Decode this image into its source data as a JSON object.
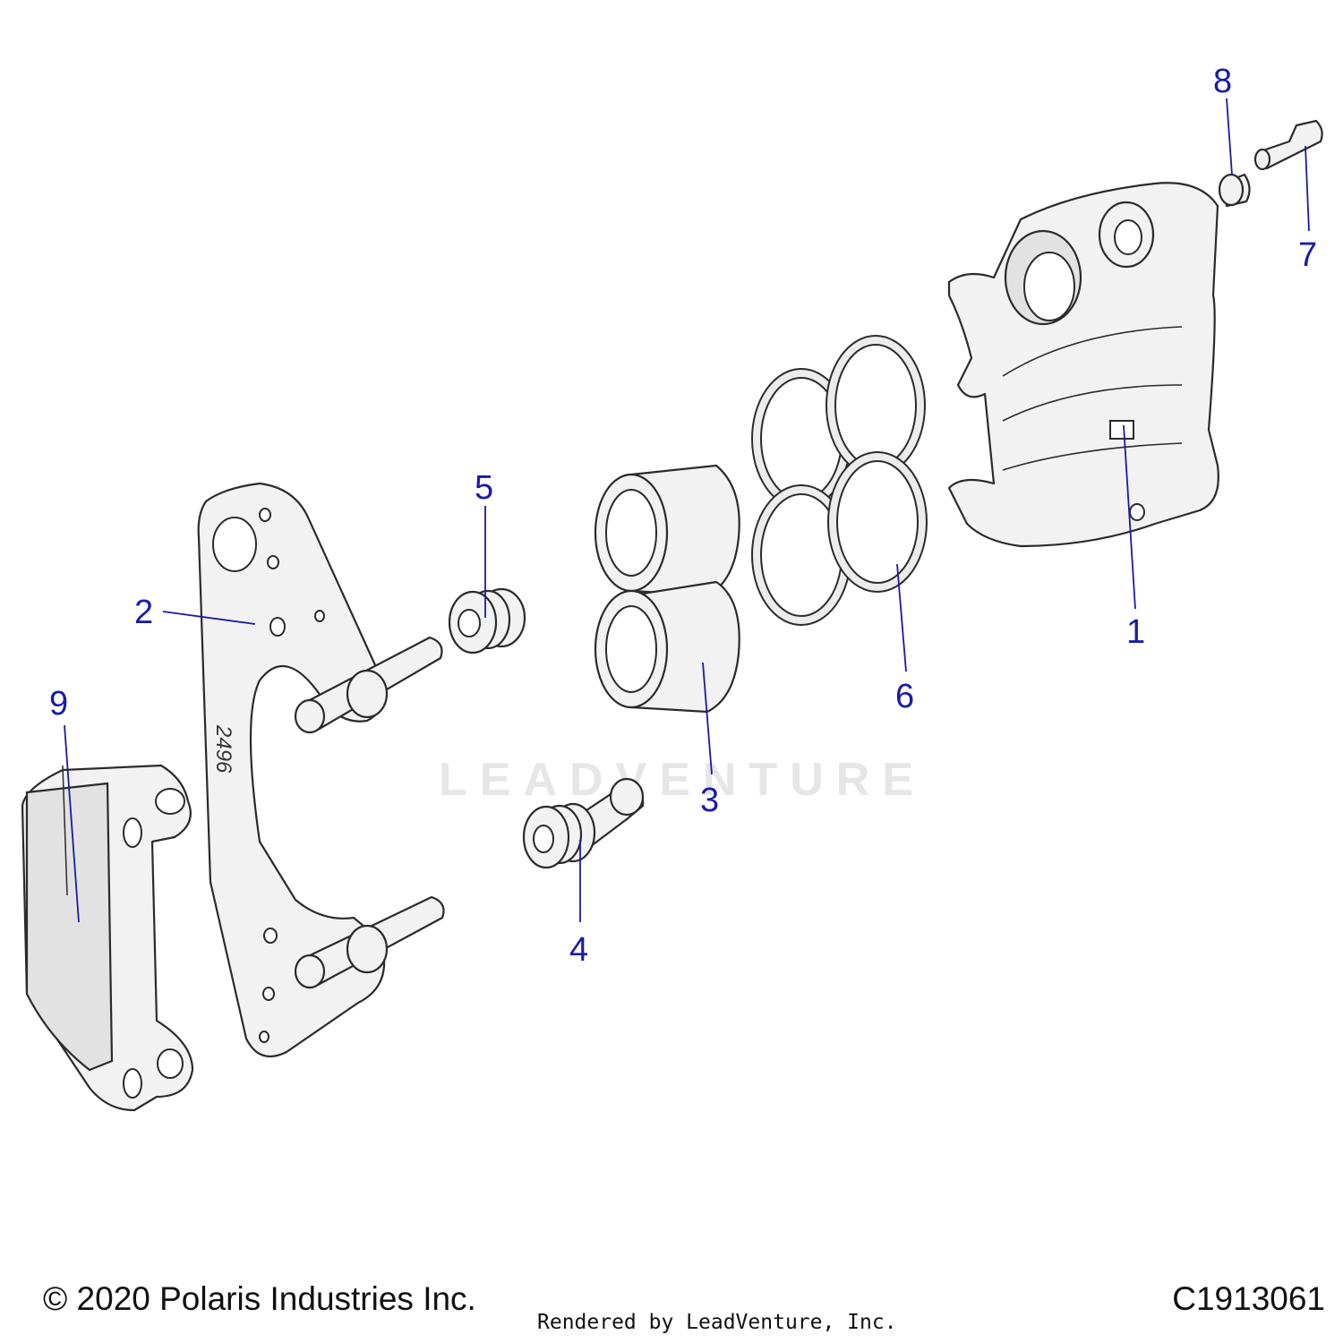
{
  "diagram": {
    "watermark": "LEADVENTURE",
    "bracket_stamp": "2496",
    "callouts": [
      {
        "id": "1",
        "label": "1"
      },
      {
        "id": "2",
        "label": "2"
      },
      {
        "id": "3",
        "label": "3"
      },
      {
        "id": "4",
        "label": "4"
      },
      {
        "id": "5",
        "label": "5"
      },
      {
        "id": "6",
        "label": "6"
      },
      {
        "id": "7",
        "label": "7"
      },
      {
        "id": "8",
        "label": "8"
      },
      {
        "id": "9",
        "label": "9"
      }
    ],
    "colors": {
      "callout": "#1a1aa8",
      "outline": "#2b2b2b",
      "fill": "#f2f2f2"
    }
  },
  "footer": {
    "copyright": "© 2020 Polaris Industries Inc.",
    "rendered_by": "Rendered by LeadVenture, Inc.",
    "diagram_code": "C1913061"
  }
}
